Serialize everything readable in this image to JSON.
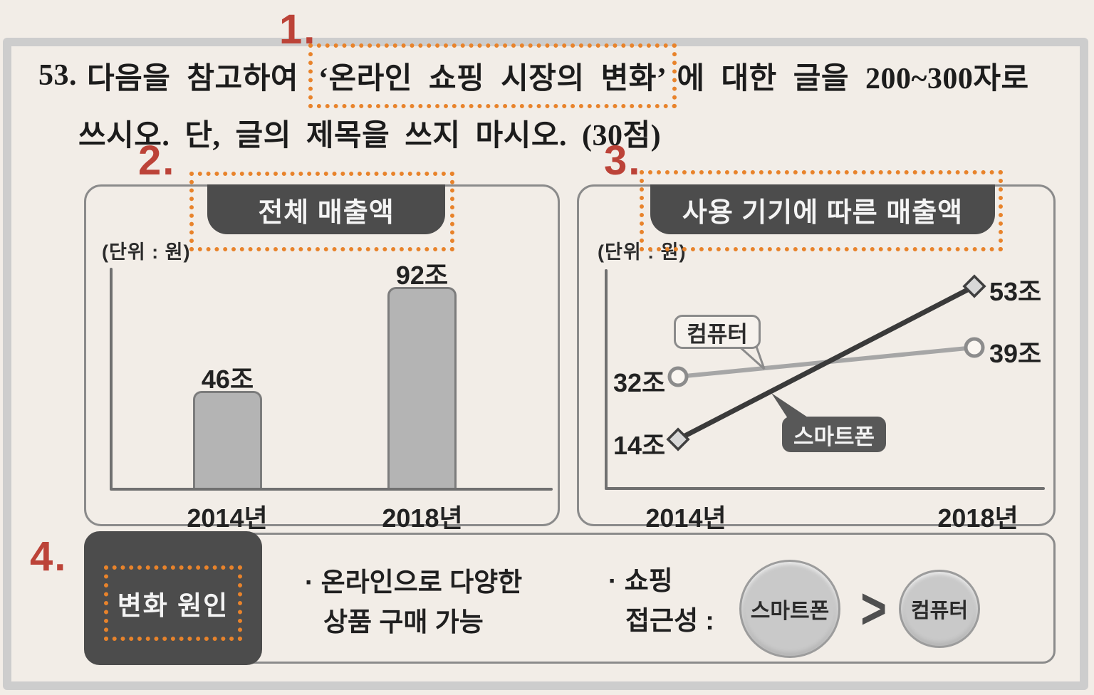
{
  "question": {
    "number": "53.",
    "prefix": "다음을 참고하여",
    "highlighted_title": "‘온라인 쇼핑 시장의 변화’",
    "suffix": "에 대한 글을 200~300자로",
    "line2": "쓰시오. 단, 글의 제목을 쓰지 마시오. (30점)"
  },
  "annotations": {
    "one": "1.",
    "two": "2.",
    "three": "3.",
    "four": "4."
  },
  "chart_data": [
    {
      "type": "bar",
      "title": "전체 매출액",
      "unit_label": "(단위 : 원)",
      "categories": [
        "2014년",
        "2018년"
      ],
      "values": [
        46,
        92
      ],
      "value_labels": [
        "46조",
        "92조"
      ],
      "ylim": [
        0,
        100
      ],
      "grid": false,
      "legend": "none"
    },
    {
      "type": "line",
      "title": "사용 기기에 따른 매출액",
      "unit_label": "(단위 : 원)",
      "x": [
        "2014년",
        "2018년"
      ],
      "series": [
        {
          "name": "컴퓨터",
          "values": [
            32,
            39
          ],
          "value_labels": [
            "32조",
            "39조"
          ],
          "marker": "circle",
          "color": "#a6a6a6"
        },
        {
          "name": "스마트폰",
          "values": [
            14,
            53
          ],
          "value_labels": [
            "14조",
            "53조"
          ],
          "marker": "diamond",
          "color": "#3a3a3a"
        }
      ],
      "grid": false,
      "legend": "inline-callouts"
    }
  ],
  "cause_panel": {
    "heading": "변화 원인",
    "bullet1_line1": "· 온라인으로 다양한",
    "bullet1_line2": "상품 구매 가능",
    "bullet2_line1": "· 쇼핑",
    "bullet2_line2": "접근성 :",
    "comparison": {
      "left": "스마트폰",
      "op": ">",
      "right": "컴퓨터"
    }
  },
  "colors": {
    "background": "#f2ede7",
    "outer_border": "#cdcdcd",
    "accent_orange": "#e8832b",
    "accent_red": "#bc4338",
    "dark_tab": "#4c4c4c",
    "bar_fill": "#b4b4b4"
  }
}
